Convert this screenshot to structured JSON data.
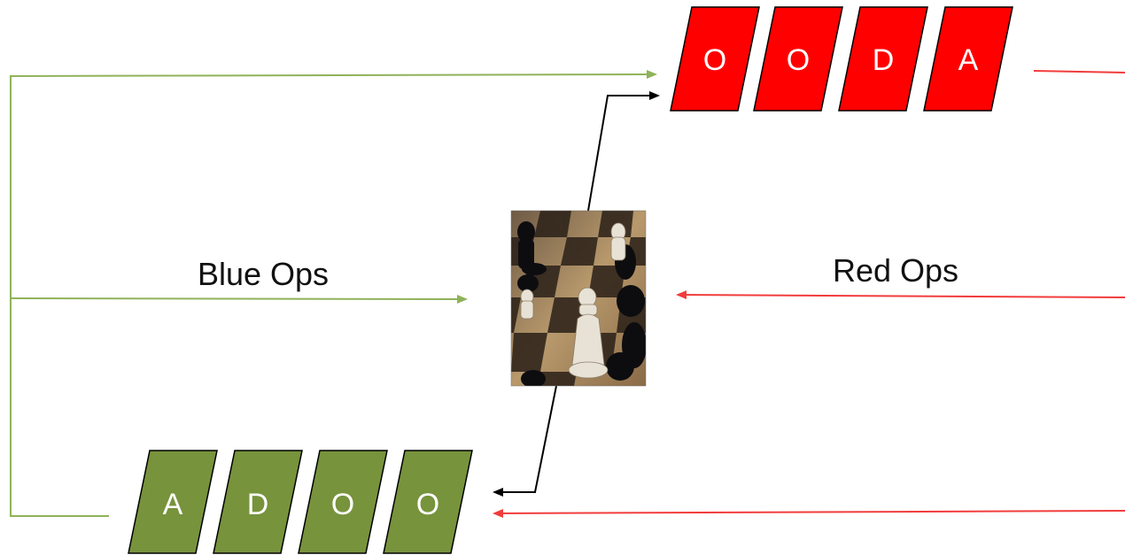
{
  "labels": {
    "blue_ops": "Blue Ops",
    "red_ops": "Red Ops"
  },
  "red_loop": {
    "letters": [
      "O",
      "O",
      "D",
      "A"
    ],
    "color": "#ff0000"
  },
  "blue_loop": {
    "letters": [
      "A",
      "D",
      "O",
      "O"
    ],
    "color": "#77933c"
  },
  "colors": {
    "green_line": "#8fb35a",
    "red_line": "#f23c3c",
    "black_line": "#000000"
  },
  "center_image": {
    "icon": "chess-board-image"
  }
}
